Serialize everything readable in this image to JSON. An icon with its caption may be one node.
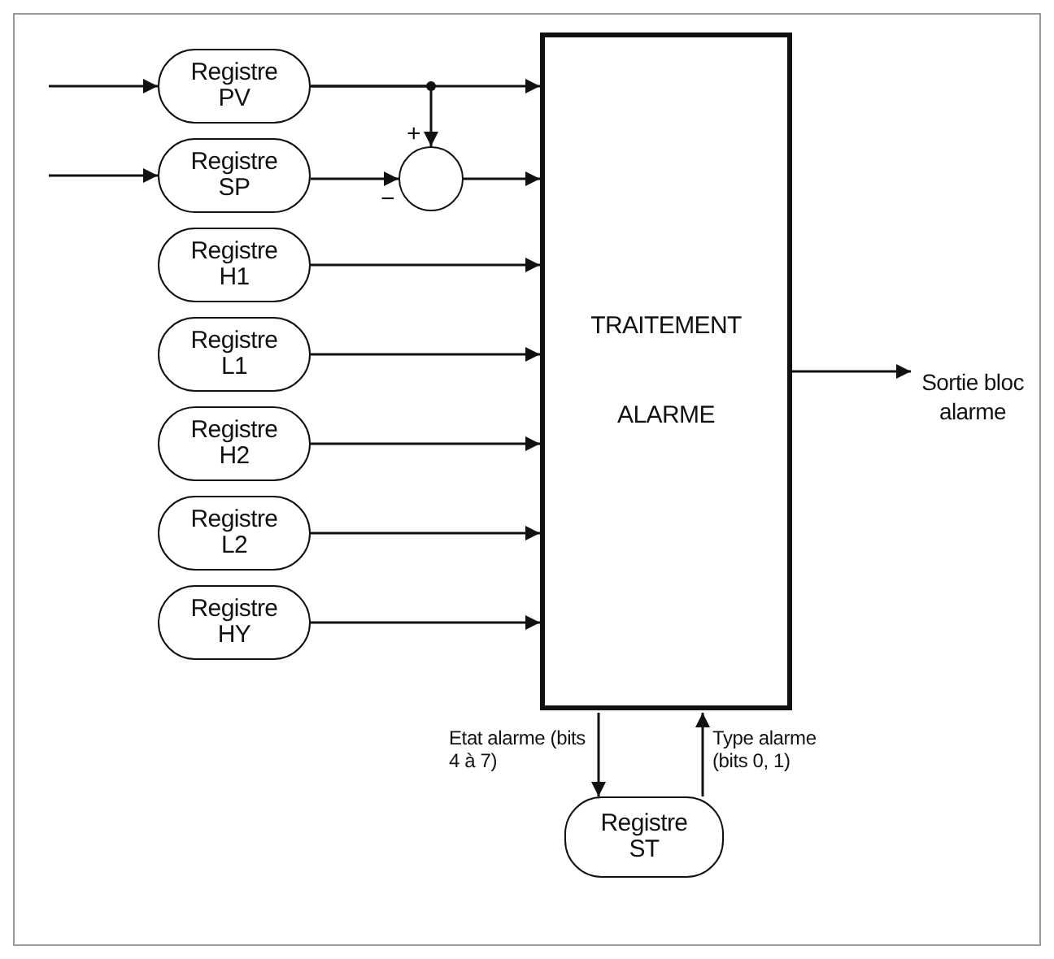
{
  "diagram": {
    "nodes": [
      {
        "text": [
          "Registre PV"
        ]
      },
      {
        "text": [
          "Registre SP"
        ]
      },
      {
        "text": [
          "Registre H1"
        ]
      },
      {
        "text": [
          "Registre L1"
        ]
      },
      {
        "text": [
          "Registre H2"
        ]
      },
      {
        "text": [
          "Registre L2"
        ]
      },
      {
        "text": [
          "Registre HY"
        ]
      },
      {
        "text": [],
        "shape": "circle"
      },
      {
        "text": [
          "TRAITEMENT",
          "ALARME"
        ]
      },
      {
        "text": [
          "Sortie bloc alarme"
        ]
      },
      {
        "text": [
          "Registre ST"
        ]
      }
    ],
    "edges": [
      {
        "from": null,
        "to": 0,
        "arrow": "to"
      },
      {
        "from": null,
        "to": 1,
        "arrow": "to"
      },
      {
        "from": 0,
        "to": 8,
        "arrow": "to"
      },
      {
        "from": 0,
        "to": 7,
        "arrow": "to"
      },
      {
        "from": 1,
        "to": 7,
        "arrow": "to"
      },
      {
        "from": 7,
        "to": 8,
        "arrow": "to"
      },
      {
        "from": 2,
        "to": 8,
        "arrow": "to"
      },
      {
        "from": 3,
        "to": 8,
        "arrow": "to"
      },
      {
        "from": 4,
        "to": 8,
        "arrow": "to"
      },
      {
        "from": 5,
        "to": 8,
        "arrow": "to"
      },
      {
        "from": 6,
        "to": 8,
        "arrow": "to"
      },
      {
        "from": 8,
        "to": 9,
        "arrow": "to"
      },
      {
        "from": 8,
        "to": 10,
        "arrow": "to",
        "label": "Etat alarme (bits 4 à 7)"
      },
      {
        "from": 10,
        "to": 8,
        "arrow": "to",
        "label": "Type alarme (bits 0, 1)"
      }
    ],
    "labels": [
      "+",
      "−"
    ]
  }
}
